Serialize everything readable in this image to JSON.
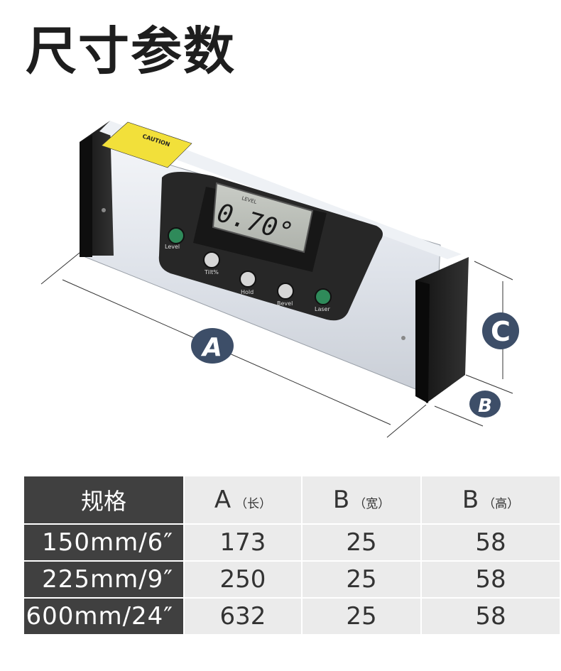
{
  "title": "尺寸参数",
  "product": {
    "caution_label": "CAUTION",
    "display_small": "LEVEL",
    "display_value": "0.70°",
    "buttons": [
      {
        "id": "power-level",
        "label": "Level",
        "color": "#2f8a5a"
      },
      {
        "id": "tilt",
        "label": "Tilt%",
        "color": "#d6d6d6"
      },
      {
        "id": "hold",
        "label": "Hold",
        "color": "#d6d6d6"
      },
      {
        "id": "bevel",
        "label": "Bevel",
        "color": "#d6d6d6"
      },
      {
        "id": "laser",
        "label": "Laser",
        "color": "#2f8a5a"
      }
    ],
    "dimension_markers": {
      "a": "A",
      "b": "B",
      "c": "C"
    },
    "marker_color": "#3d4e68"
  },
  "table": {
    "headers": [
      {
        "main": "规格",
        "sub": ""
      },
      {
        "main": "A",
        "sub": "（长）"
      },
      {
        "main": "B",
        "sub": "（宽）"
      },
      {
        "main": "B",
        "sub": "（高）"
      }
    ],
    "rows": [
      [
        "150mm/6″",
        "173",
        "25",
        "58"
      ],
      [
        "225mm/9″",
        "250",
        "25",
        "58"
      ],
      [
        "600mm/24″",
        "632",
        "25",
        "58"
      ]
    ]
  }
}
